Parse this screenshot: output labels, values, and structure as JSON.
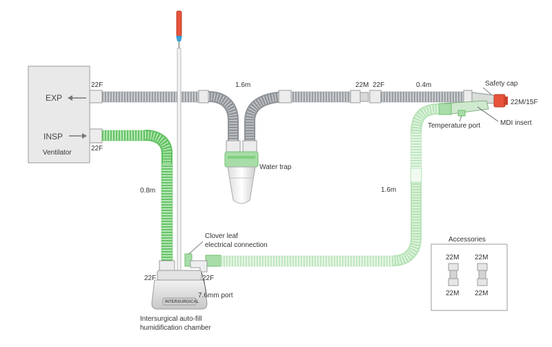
{
  "ventilator": {
    "name": "Ventilator",
    "exp_label": "EXP",
    "insp_label": "INSP"
  },
  "labels": {
    "exp_port_size": "22F",
    "insp_port_size": "22F",
    "exp_limb_length": "1.6m",
    "exp_trap_22m": "22M",
    "exp_trap_22f": "22F",
    "short_limb_length": "0.4m",
    "safety_cap": "Safety cap",
    "y_piece_size": "22M/15F",
    "temperature_port": "Temperature port",
    "mdi_insert": "MDI insert",
    "water_trap": "Water trap",
    "insp_dry_length": "0.8m",
    "insp_wet_length": "1.6m",
    "clover_leaf": "Clover leaf",
    "electrical_connection": "electrical connection",
    "chamber_in_size": "22F",
    "chamber_out_size": "22F",
    "port_76": "7.6mm port",
    "chamber_line1": "Intersurgical auto-fill",
    "chamber_line2": "humidification chamber",
    "chamber_brand": "INTERSURGICAL"
  },
  "accessories": {
    "title": "Accessories",
    "left_top": "22M",
    "left_bottom": "22M",
    "right_top": "22M",
    "right_bottom": "22M"
  },
  "colors": {
    "grey_tube": "#b9bcbf",
    "green_tube": "#8fd48f",
    "light_green_tube": "#d3efd3",
    "ventilator_fill": "#e9e9e9",
    "safety_cap": "#e8543b",
    "connector_green": "#7fd07f"
  }
}
